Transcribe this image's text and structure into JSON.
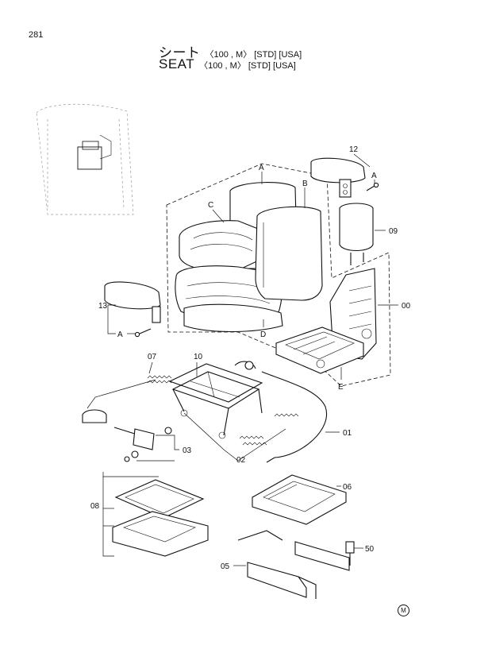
{
  "page_number": "281",
  "title_jp": {
    "main": "シート",
    "sub": "〈100 , M〉 [STD] [USA]"
  },
  "title_en": {
    "main": "SEAT",
    "sub": "〈100 , M〉 [STD] [USA]"
  },
  "callouts": {
    "A": "A",
    "B": "B",
    "C": "C",
    "D": "D",
    "E": "E",
    "p00": "00",
    "p01": "01",
    "p02": "02",
    "p03": "03",
    "p05": "05",
    "p06": "06",
    "p07": "07",
    "p08": "08",
    "p09": "09",
    "p10": "10",
    "p12": "12",
    "p13": "13",
    "p50": "50"
  },
  "corner_mark": "M"
}
